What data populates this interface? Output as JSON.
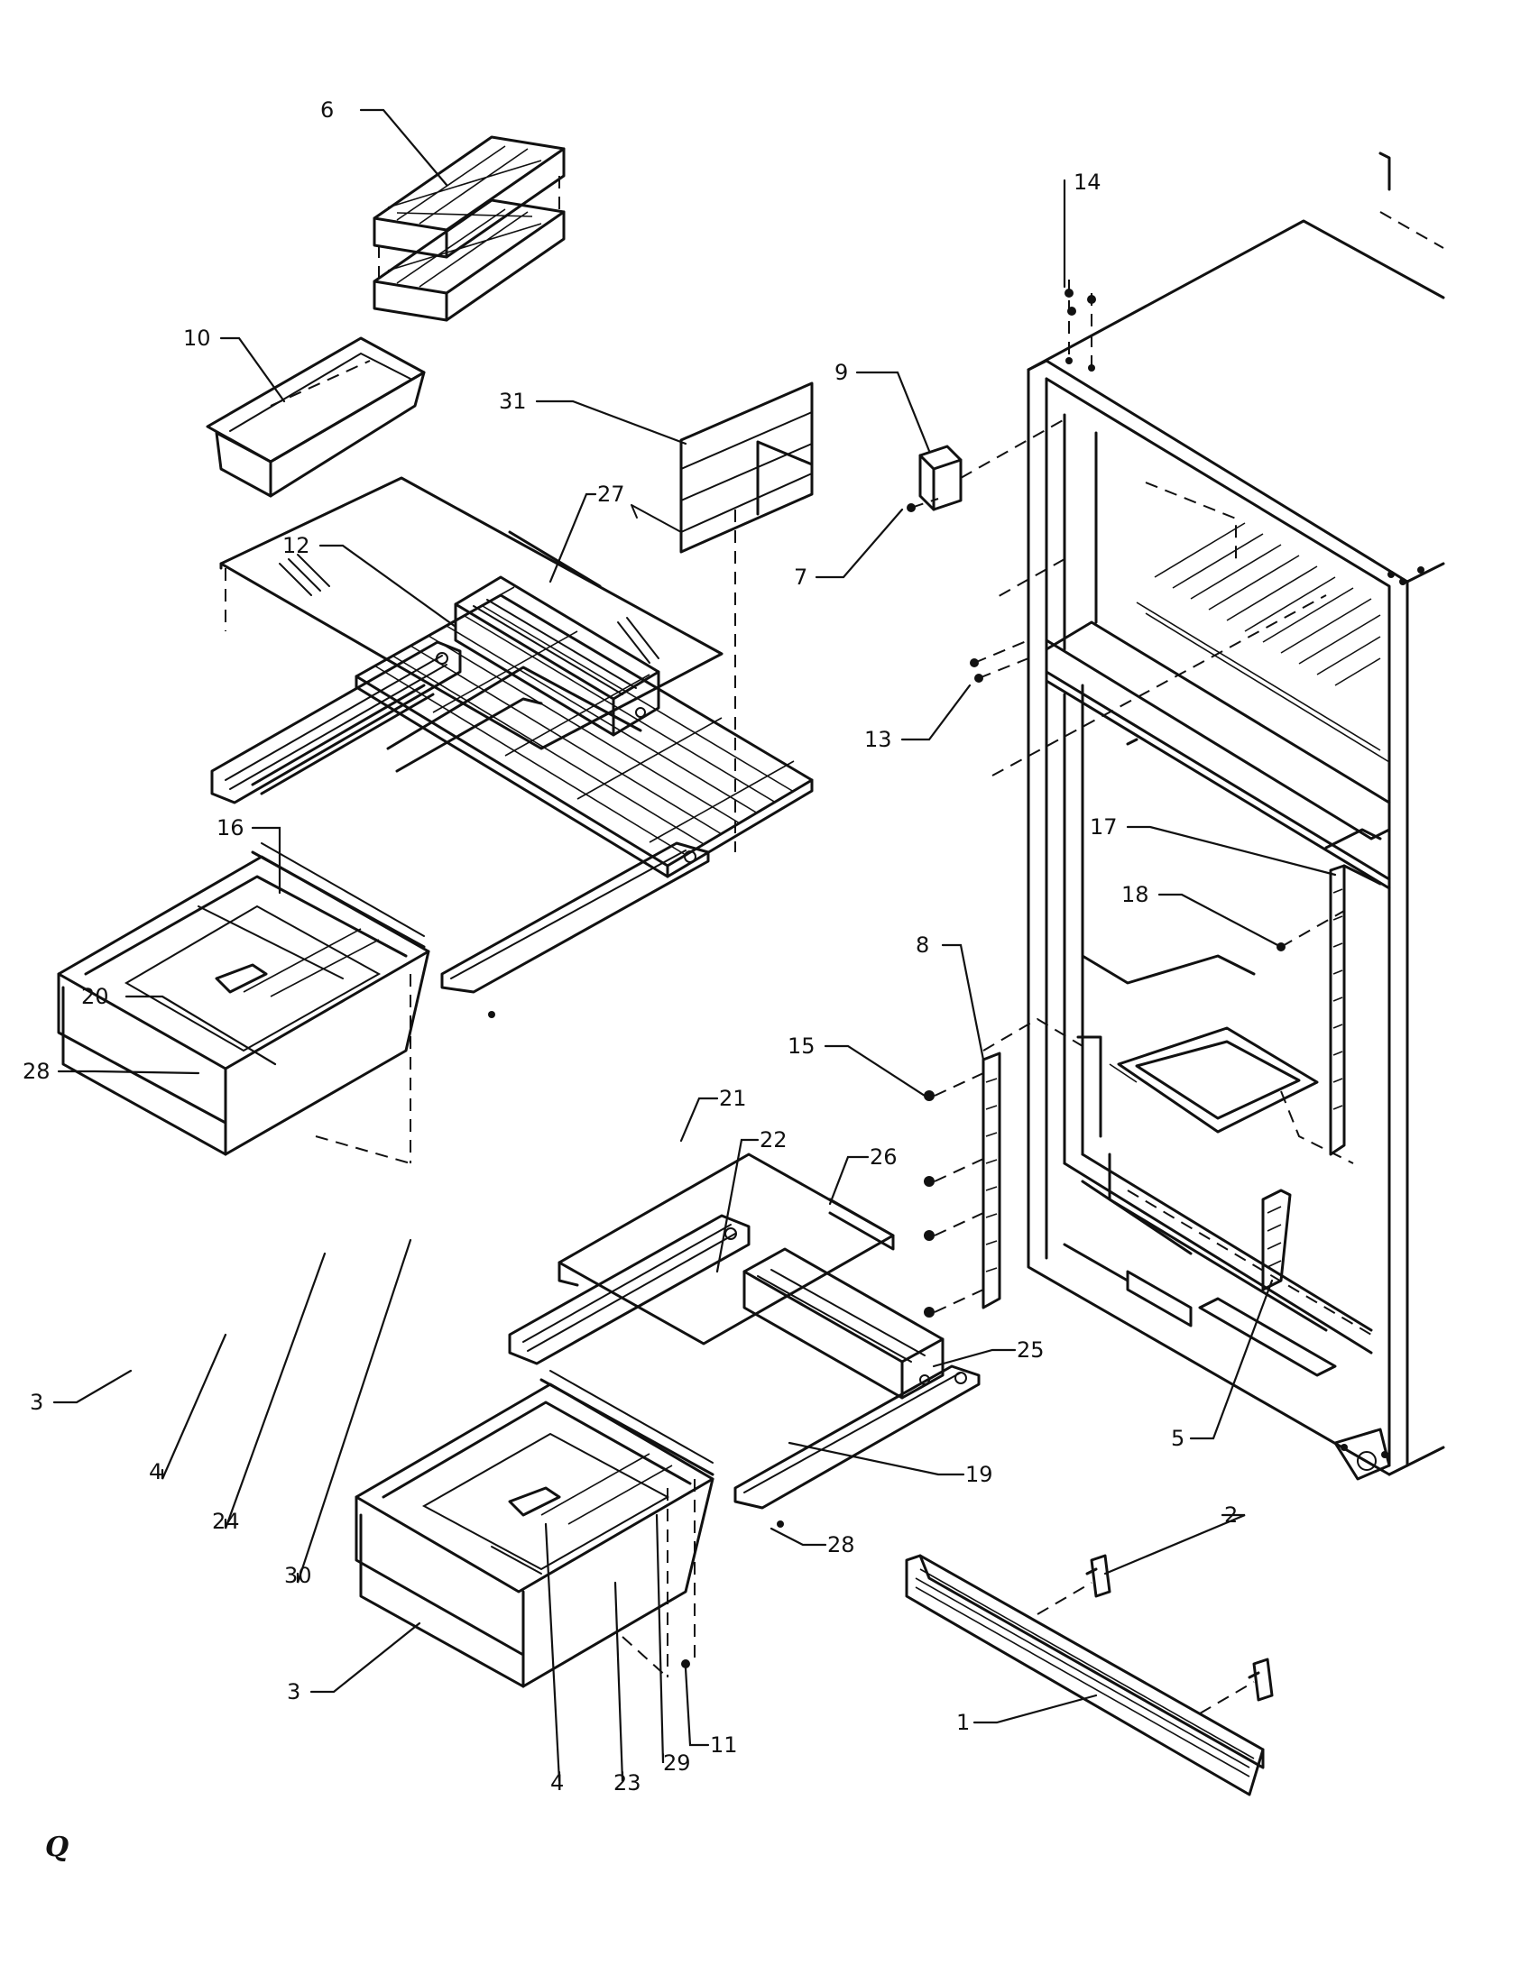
{
  "callouts": {
    "c1": "1",
    "c2": "2",
    "c3a": "3",
    "c3b": "3",
    "c4a": "4",
    "c4b": "4",
    "c5": "5",
    "c6": "6",
    "c7": "7",
    "c8": "8",
    "c9": "9",
    "c10": "10",
    "c11": "11",
    "c12": "12",
    "c13": "13",
    "c14": "14",
    "c15": "15",
    "c16": "16",
    "c17": "17",
    "c18": "18",
    "c19": "19",
    "c20": "20",
    "c21": "21",
    "c22": "22",
    "c23": "23",
    "c24": "24",
    "c25": "25",
    "c26": "26",
    "c27": "27",
    "c28a": "28",
    "c28b": "28",
    "c29": "29",
    "c30": "30",
    "c31": "31"
  },
  "corner_mark": "Q"
}
